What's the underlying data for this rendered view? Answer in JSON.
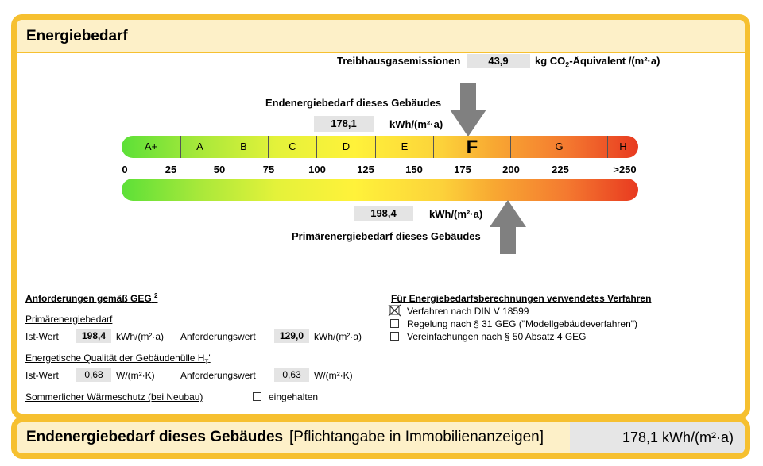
{
  "header": {
    "title": "Energiebedarf"
  },
  "emissions": {
    "label": "Treibhausgasemissionen",
    "value": "43,9",
    "unit_prefix": "kg CO",
    "unit_sub": "2",
    "unit_suffix": "-Äquivalent /(m²·a)"
  },
  "end_energy": {
    "label": "Endenergiebedarf dieses Gebäudes",
    "value": "178,1",
    "unit": "kWh/(m²·a)"
  },
  "primary_energy": {
    "label": "Primärenergiebedarf dieses Gebäudes",
    "value": "198,4",
    "unit": "kWh/(m²·a)"
  },
  "scale": {
    "classes": [
      "A+",
      "A",
      "B",
      "C",
      "D",
      "E",
      "F",
      "H"
    ],
    "class_g": "G",
    "active_class": "F",
    "ticks": [
      "0",
      "25",
      "50",
      "75",
      "100",
      "125",
      "150",
      "175",
      "200",
      "225",
      ">250"
    ]
  },
  "requirements": {
    "title": "Anforderungen gemäß GEG",
    "footnote": "2",
    "primary_heading": "Primärenergiebedarf",
    "ist_label": "Ist-Wert",
    "ist_value": "198,4",
    "ist_unit": "kWh/(m²·a)",
    "anf_label": "Anforderungswert",
    "anf_value": "129,0",
    "anf_unit": "kWh/(m²·a)",
    "envelope_heading": "Energetische Qualität der Gebäudehülle H",
    "envelope_sub": "T",
    "envelope_suffix": "'",
    "env_ist_label": "Ist-Wert",
    "env_ist_value": "0,68",
    "env_ist_unit": "W/(m²·K)",
    "env_anf_label": "Anforderungswert",
    "env_anf_value": "0,63",
    "env_anf_unit": "W/(m²·K)",
    "summer_heading": "Sommerlicher Wärmeschutz (bei Neubau)",
    "summer_option": "eingehalten"
  },
  "methods": {
    "title": "Für Energiebedarfsberechnungen verwendetes Verfahren",
    "options": [
      "Verfahren nach DIN V 18599",
      "Regelung nach § 31 GEG (\"Modellgebäudeverfahren\")",
      "Vereinfachungen nach § 50 Absatz 4 GEG"
    ]
  },
  "footer": {
    "title": "Endenergiebedarf dieses Gebäudes",
    "subtitle": "[Pflichtangabe in Immobilienanzeigen]",
    "value": "178,1 kWh/(m²·a)"
  },
  "colors": {
    "frame": "#f6c030",
    "header_bg": "#fdf0c8",
    "arrow": "#808080"
  }
}
